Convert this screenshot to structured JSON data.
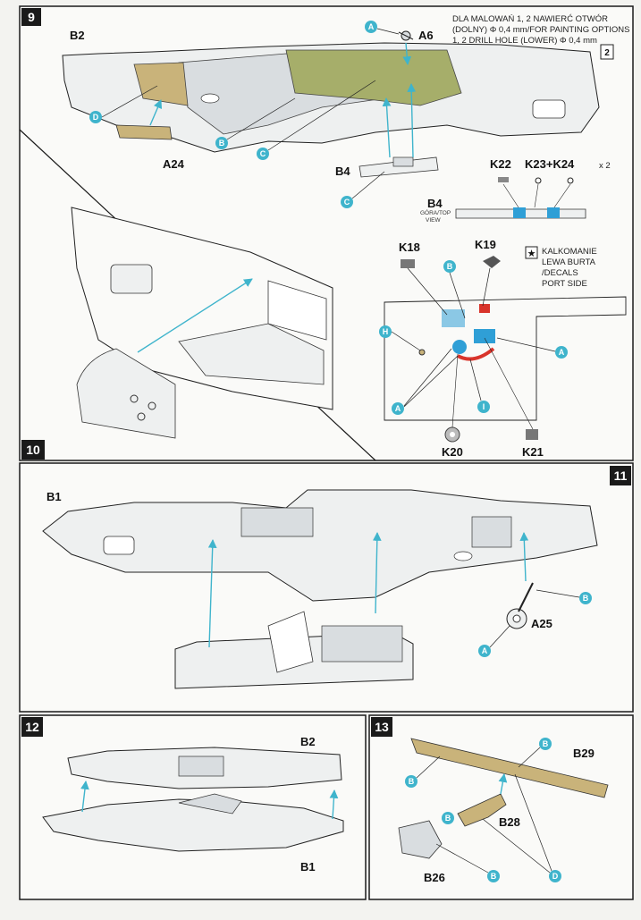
{
  "steps": {
    "s9": "9",
    "s10": "10",
    "s11": "11",
    "s12": "12",
    "s13": "13"
  },
  "step9": {
    "part_b2": "B2",
    "part_a6": "A6",
    "part_a24": "A24",
    "part_b4": "B4",
    "part_b4_top": "B4",
    "top_view_caption": "GÓRA/TOP",
    "top_view_caption2": "VIEW",
    "part_k22": "K22",
    "part_k23_k24": "K23+K24",
    "times_two": "x 2",
    "note_line1": "DLA MALOWAŃ 1, 2 NAWIERĆ OTWÓR",
    "note_line2": "(DOLNY) Φ 0,4 mm/FOR PAINTING OPTIONS",
    "note_line3": "1, 2 DRILL HOLE (LOWER) Φ 0,4 mm",
    "note_badge": "2",
    "callout_a": "A",
    "callout_b": "B",
    "callout_c": "C",
    "callout_d": "D"
  },
  "detail": {
    "part_k18": "K18",
    "part_k19": "K19",
    "part_k20": "K20",
    "part_k21": "K21",
    "decal_line1": "KALKOMANIE",
    "decal_line2": "LEWA BURTA",
    "decal_line3": "/DECALS",
    "decal_line4": "PORT SIDE",
    "callout_b": "B",
    "callout_h": "H",
    "callout_a": "A",
    "callout_i": "I"
  },
  "step10_11": {
    "part_b1": "B1",
    "part_a25": "A25",
    "callout_a": "A",
    "callout_b": "B"
  },
  "step12": {
    "part_b2": "B2",
    "part_b1": "B1"
  },
  "step13": {
    "part_b29": "B29",
    "part_b28": "B28",
    "part_b26": "B26",
    "callout_b": "B",
    "callout_d": "D"
  },
  "colors": {
    "border": "#1a1a1a",
    "callout_blue": "#3fb4cc",
    "part_gray": "#d9dde0",
    "part_light": "#eef0f0",
    "interior_green": "#a6ae6a",
    "tan": "#c9b37a",
    "decal_red": "#d9342b",
    "decal_blue": "#2f9fd6"
  }
}
